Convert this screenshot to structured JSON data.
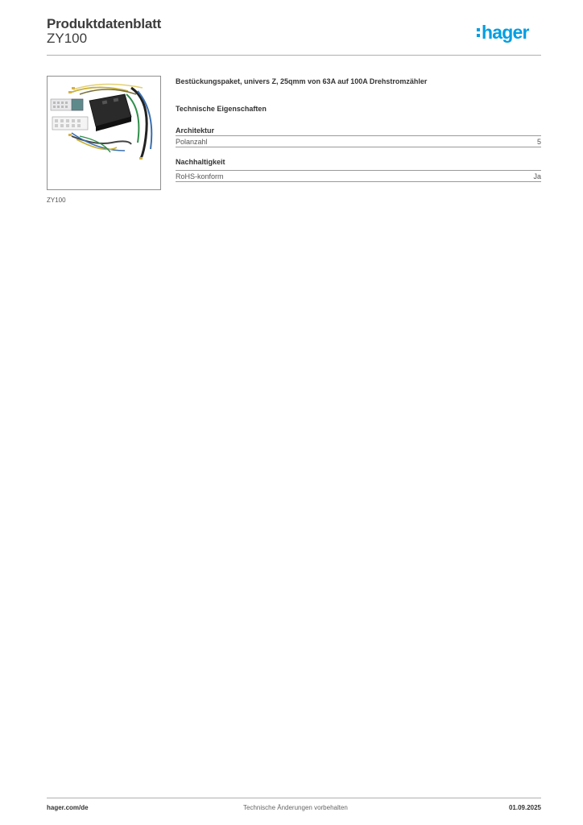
{
  "header": {
    "title": "Produktdatenblatt",
    "product_code": "ZY100",
    "brand_logo_text": "hager",
    "brand_color": "#009fe3"
  },
  "product": {
    "image_caption": "ZY100",
    "description": "Bestückungspaket, univers Z, 25qmm von 63A auf 100A Drehstromzähler",
    "tech_heading": "Technische Eigenschaften",
    "sections": [
      {
        "title": "Architektur",
        "rows": [
          {
            "label": "Polanzahl",
            "value": "5"
          }
        ]
      },
      {
        "title": "Nachhaltigkeit",
        "rows": [
          {
            "label": "RoHS-konform",
            "value": "Ja"
          }
        ]
      }
    ]
  },
  "footer": {
    "website": "hager.com/de",
    "notice": "Technische Änderungen vorbehalten",
    "date": "01.09.2025"
  }
}
